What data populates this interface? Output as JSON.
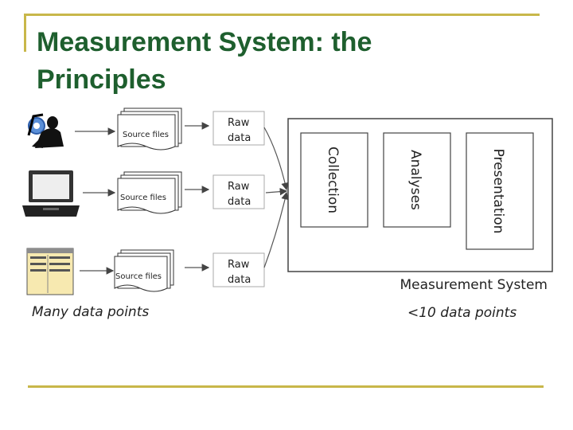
{
  "slide": {
    "title_line1": "Measurement System: the",
    "title_line2": "Principles"
  },
  "sources": [
    {
      "icon": "person-icon",
      "file_label": "Source files",
      "raw_label_1": "Raw",
      "raw_label_2": "data"
    },
    {
      "icon": "laptop-icon",
      "file_label": "Source files",
      "raw_label_1": "Raw",
      "raw_label_2": "data"
    },
    {
      "icon": "document-icon",
      "file_label": "Source files",
      "raw_label_1": "Raw",
      "raw_label_2": "data"
    }
  ],
  "system": {
    "name": "Measurement System",
    "modules": [
      "Collection",
      "Analyses",
      "Presentation"
    ]
  },
  "captions": {
    "left": "Many data points",
    "right": "<10 data points"
  }
}
